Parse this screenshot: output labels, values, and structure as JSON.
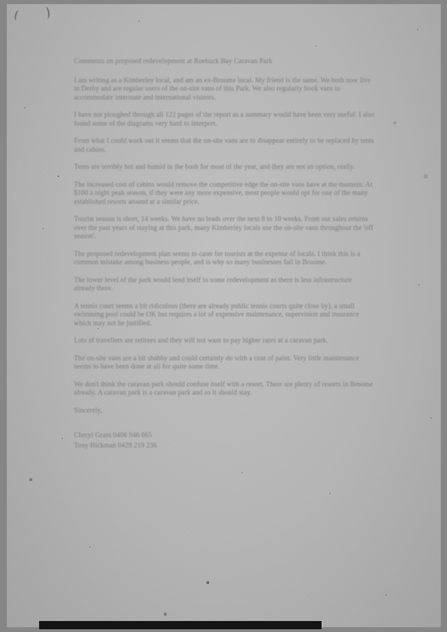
{
  "page": {
    "scanner_edge_color": "#868686",
    "paper_color": "#b5b5b5",
    "ink_color": "#898989",
    "artifact_bar_color": "#141414"
  },
  "letter": {
    "title": "Comments on proposed redevelopment at Roebuck Bay Caravan Park",
    "paragraphs": [
      "I am writing as a Kimberley local, and am an ex-Broome local. My friend is the same. We both now live in Derby and are regular users of the on-site vans of this Park. We also regularly book vans to accommodate interstate and international visitors.",
      "I have not ploughed through all 122 pages of the report as a summary would have been very useful. I also found some of the diagrams very hard to interpret.",
      "From what I could work out it seems that the on-site vans are to disappear entirely to be replaced by tents and cabins.",
      "Tents are terribly hot and humid in the bush for most of the year, and they are not an option, really.",
      "The increased cost of cabins would remove the competitive edge the on-site vans have at the moment. At $100 a night peak season, if they were any more expensive, most people would opt for one of the many established resorts around at a similar price.",
      "Tourist season is short, 14 weeks. We have no leads over the next 8 to 10 weeks. From our sales returns over the past years of staying at this park, many Kimberley locals use the on-site vans throughout the 'off season'.",
      "The proposed redevelopment plan seems to cater for tourists at the expense of locals. I think this is a common mistake among business people, and is why so many businesses fail in Broome.",
      "The lower level of the park would lend itself to some redevelopment as there is less infrastructure already there.",
      "A tennis court seems a bit ridiculous (there are already public tennis courts quite close by), a small swimming pool could be OK but requires a lot of expensive maintenance, supervision and insurance which may not be justified.",
      "Lots of travellers are retirees and they will not want to pay higher rates at a caravan park.",
      "The on-site vans are a bit shabby and could certainly do with a coat of paint. Very little maintenance seems to have been done at all for quite some time.",
      "We don't think the caravan park should confuse itself with a resort. There are plenty of resorts in Broome already. A caravan park is a caravan park and so it should stay."
    ],
    "closing": "Sincerely,",
    "signatures": [
      "Cheryl Grant 0408 946 665",
      "Tony Hickman 0429 219 236"
    ]
  }
}
